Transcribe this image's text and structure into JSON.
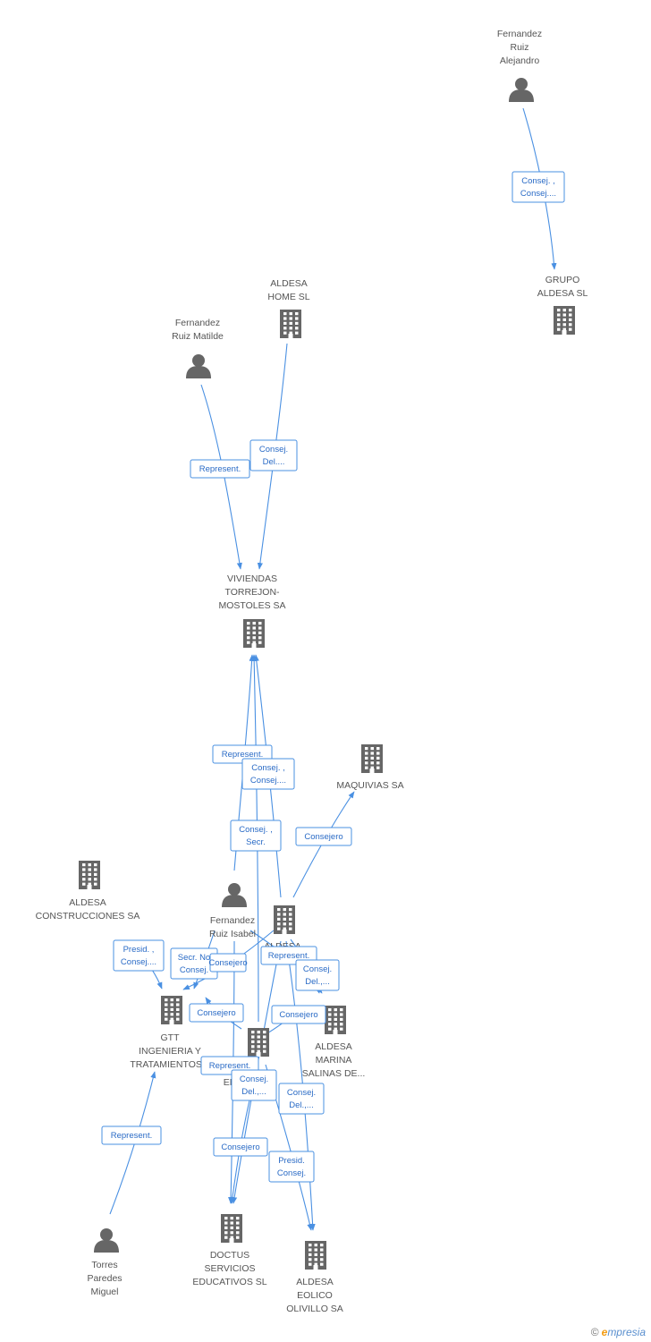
{
  "colors": {
    "edge": "#4a90e2",
    "edge_text": "#2a6bc6",
    "node_icon": "#666666",
    "node_text": "#555555"
  },
  "nodes": [
    {
      "id": "fernandez-ruiz-alejandro",
      "type": "person",
      "icon": "person-icon",
      "label": [
        "Fernandez",
        "Ruiz",
        "Alejandro"
      ]
    },
    {
      "id": "grupo-aldesa",
      "type": "company",
      "icon": "building-icon",
      "label": [
        "GRUPO",
        "ALDESA SL"
      ]
    },
    {
      "id": "aldesa-home",
      "type": "company",
      "icon": "building-icon",
      "label": [
        "ALDESA",
        "HOME SL"
      ]
    },
    {
      "id": "fernandez-ruiz-matilde",
      "type": "person",
      "icon": "person-icon",
      "label": [
        "Fernandez",
        "Ruiz Matilde"
      ]
    },
    {
      "id": "viviendas-torrejon",
      "type": "company",
      "icon": "building-icon",
      "label": [
        "VIVIENDAS",
        "TORREJON-",
        "MOSTOLES SA"
      ]
    },
    {
      "id": "maquivias",
      "type": "company",
      "icon": "building-icon",
      "label": [
        "MAQUIVIAS SA"
      ]
    },
    {
      "id": "aldesa-construcciones",
      "type": "company",
      "icon": "building-icon",
      "label": [
        "ALDESA",
        "CONSTRUCCIONES SA"
      ]
    },
    {
      "id": "fernandez-ruiz-isabel",
      "type": "person",
      "icon": "person-icon",
      "label": [
        "Fernandez",
        "Ruiz Isabel"
      ]
    },
    {
      "id": "aldesa-con",
      "type": "company",
      "icon": "building-icon",
      "label": [
        "ALDESA",
        "CON..."
      ]
    },
    {
      "id": "aldesa-marina",
      "type": "company",
      "icon": "building-icon",
      "label": [
        "ALDESA",
        "MARINA",
        "SALINAS DE..."
      ]
    },
    {
      "id": "gtt",
      "type": "company",
      "icon": "building-icon",
      "label": [
        "GTT",
        "INGENIERIA Y",
        "TRATAMIENTOS..."
      ]
    },
    {
      "id": "aldesa-em",
      "type": "company",
      "icon": "building-icon",
      "label": [
        "ALDESA",
        "EM..."
      ]
    },
    {
      "id": "torres-paredes",
      "type": "person",
      "icon": "person-icon",
      "label": [
        "Torres",
        "Paredes",
        "Miguel"
      ]
    },
    {
      "id": "doctus",
      "type": "company",
      "icon": "building-icon",
      "label": [
        "DOCTUS",
        "SERVICIOS",
        "EDUCATIVOS SL"
      ]
    },
    {
      "id": "aldesa-eolico",
      "type": "company",
      "icon": "building-icon",
      "label": [
        "ALDESA",
        "EOLICO",
        "OLIVILLO SA"
      ]
    }
  ],
  "edges": [
    {
      "from": "fernandez-ruiz-alejandro",
      "to": "grupo-aldesa",
      "label": [
        "Consej. ,",
        "Consej...."
      ]
    },
    {
      "from": "fernandez-ruiz-matilde",
      "to": "viviendas-torrejon",
      "label": [
        "Represent."
      ]
    },
    {
      "from": "aldesa-home",
      "to": "viviendas-torrejon",
      "label": [
        "Consej.",
        "Del...."
      ]
    },
    {
      "from": "fernandez-ruiz-isabel",
      "to": "viviendas-torrejon",
      "label": [
        "Represent."
      ]
    },
    {
      "from": "aldesa-con",
      "to": "viviendas-torrejon",
      "label": [
        "Consej. ,",
        "Consej...."
      ]
    },
    {
      "from": "aldesa-em",
      "to": "viviendas-torrejon",
      "label": [
        "Consej. ,",
        "Secr."
      ]
    },
    {
      "from": "aldesa-con",
      "to": "maquivias",
      "label": [
        "Consejero"
      ]
    },
    {
      "from": "aldesa-construcciones",
      "to": "gtt",
      "label": [
        "Presid. ,",
        "Consej...."
      ]
    },
    {
      "from": "fernandez-ruiz-isabel",
      "to": "gtt",
      "label": [
        "Secr.  No",
        "Consej."
      ]
    },
    {
      "from": "aldesa-con",
      "to": "gtt",
      "label": [
        "Consejero"
      ]
    },
    {
      "from": "aldesa-em",
      "to": "gtt",
      "label": [
        "Consejero"
      ]
    },
    {
      "from": "fernandez-ruiz-isabel",
      "to": "aldesa-marina",
      "label": [
        "Represent."
      ]
    },
    {
      "from": "aldesa-con",
      "to": "aldesa-marina",
      "label": [
        "Consej.",
        "Del.,..."
      ]
    },
    {
      "from": "aldesa-em",
      "to": "aldesa-marina",
      "label": [
        "Consejero"
      ]
    },
    {
      "from": "torres-paredes",
      "to": "gtt",
      "label": [
        "Represent."
      ]
    },
    {
      "from": "fernandez-ruiz-isabel",
      "to": "doctus",
      "label": [
        "Represent."
      ]
    },
    {
      "from": "aldesa-con",
      "to": "doctus",
      "label": [
        "Consej.",
        "Del.,..."
      ]
    },
    {
      "from": "aldesa-em",
      "to": "doctus",
      "label": [
        "Consejero"
      ]
    },
    {
      "from": "aldesa-con",
      "to": "aldesa-eolico",
      "label": [
        "Consej.",
        "Del.,..."
      ]
    },
    {
      "from": "aldesa-em",
      "to": "aldesa-eolico",
      "label": [
        "Presid.",
        "Consej."
      ]
    }
  ],
  "footer": {
    "copyright": "©",
    "brand_initial": "e",
    "brand_rest": "mpresia"
  }
}
